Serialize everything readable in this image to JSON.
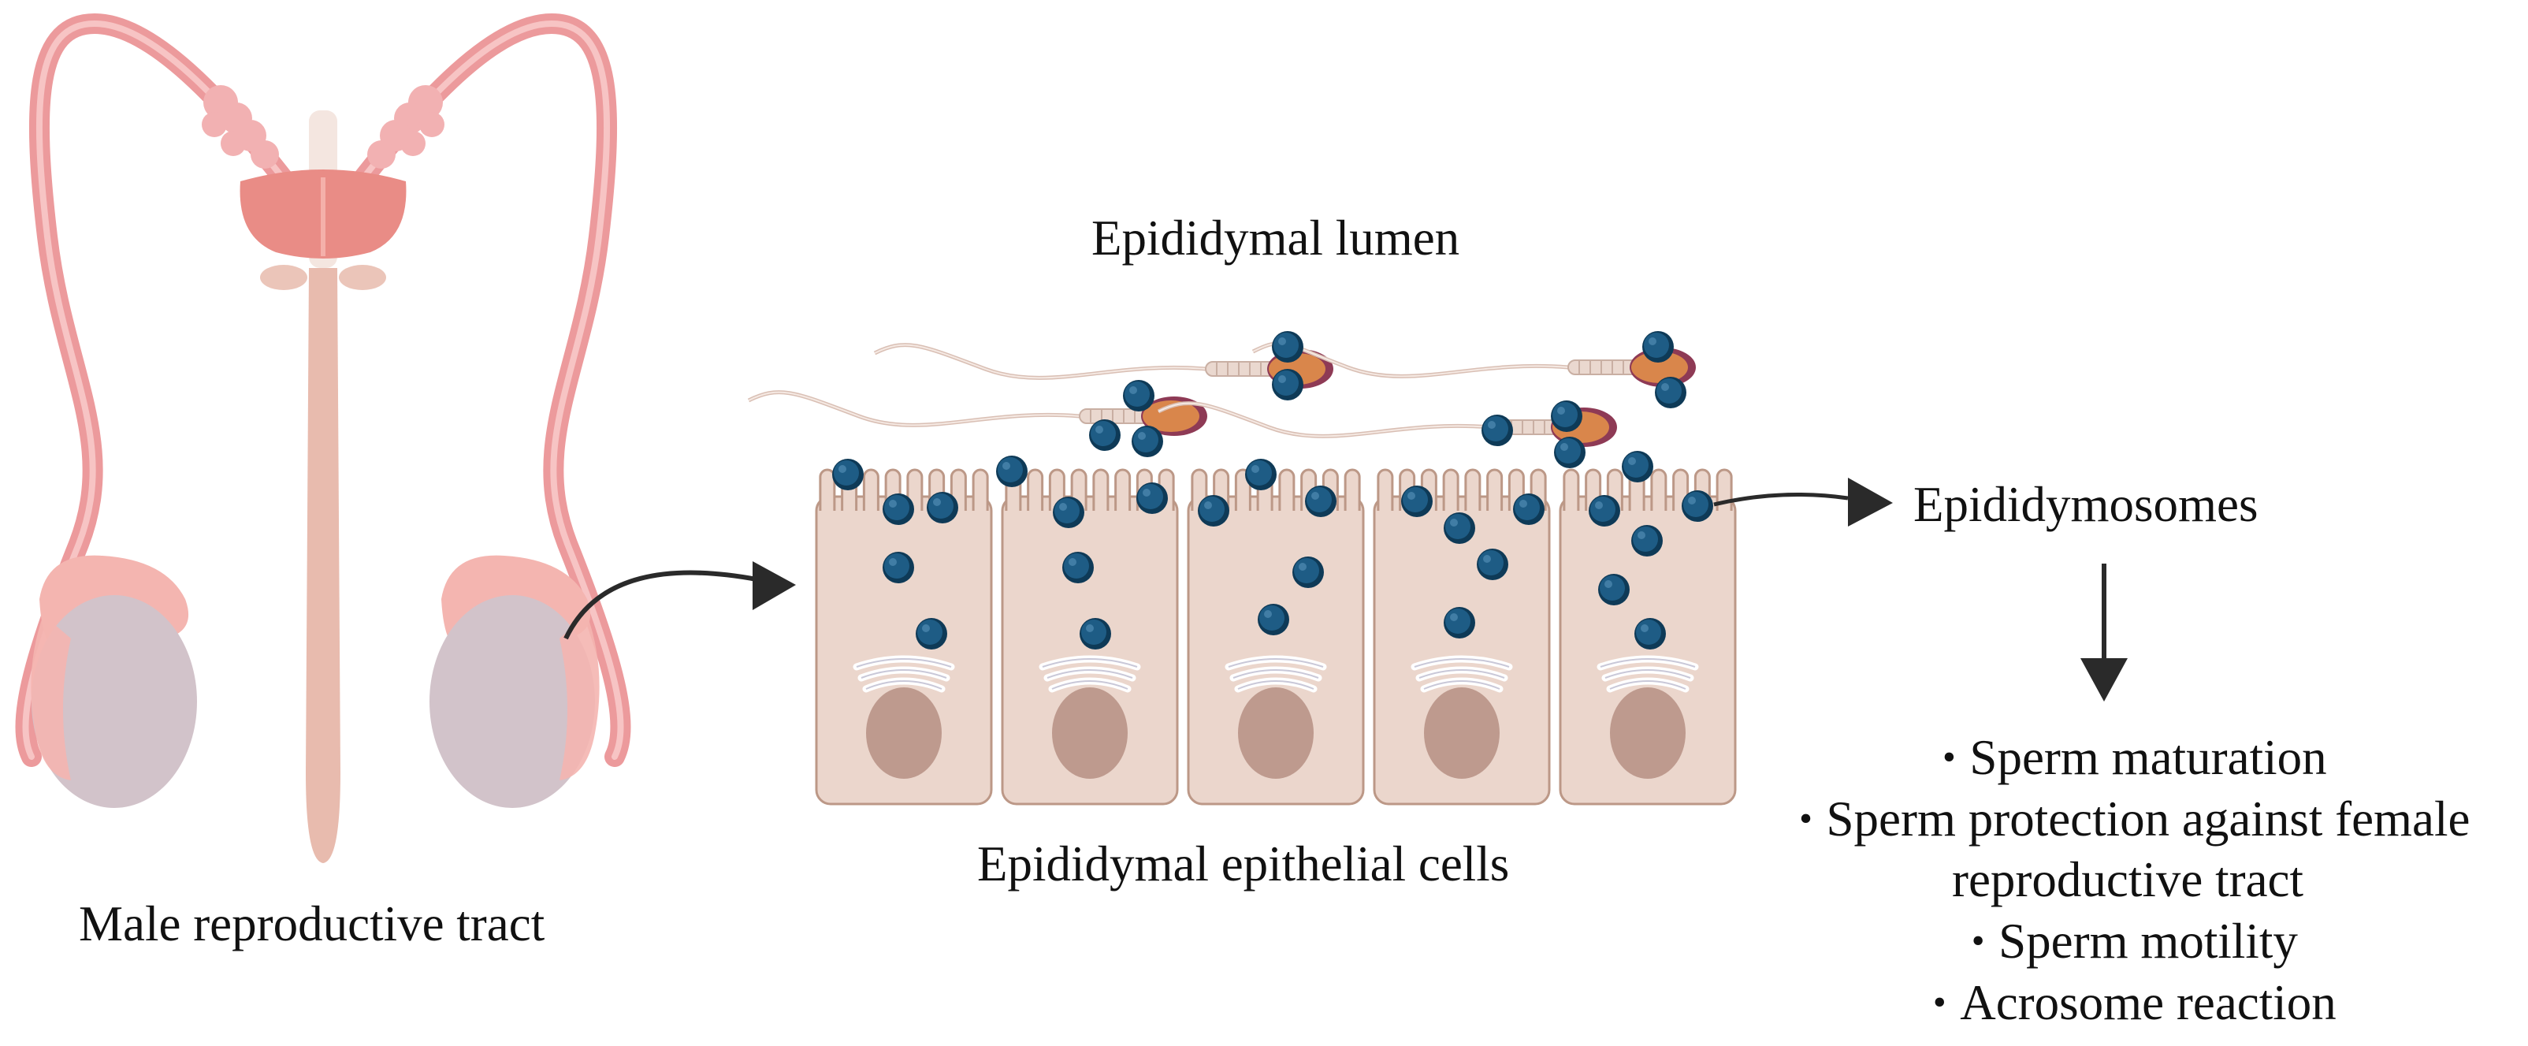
{
  "labels": {
    "male_tract": "Male reproductive tract",
    "lumen": "Epididymal lumen",
    "epithelial_cells": "Epididymal epithelial cells",
    "epididymosomes": "Epididymosomes"
  },
  "functions": [
    "Sperm maturation",
    "Sperm protection against female",
    "reproductive tract",
    "Sperm motility",
    "Acrosome reaction"
  ],
  "colors": {
    "tract_pink": "#EC9A9C",
    "tract_dark": "#DF8082",
    "prostate": "#E98C86",
    "vesicle": "#F2B1B2",
    "urethra": "#E8BBAE",
    "testis": "#D2C3CA",
    "epididymis": "#F4B5B0",
    "cell_fill": "#EBD6CC",
    "cell_stroke": "#BC9887",
    "nucleus": "#BE9A8E",
    "golgi": "#F8F2F4",
    "vesicle_blue": "#1E5C85",
    "vesicle_dark": "#0E3A57",
    "sperm_head": "#D9864B",
    "sperm_rim": "#8E3A55",
    "arrow": "#2A2A2A"
  }
}
